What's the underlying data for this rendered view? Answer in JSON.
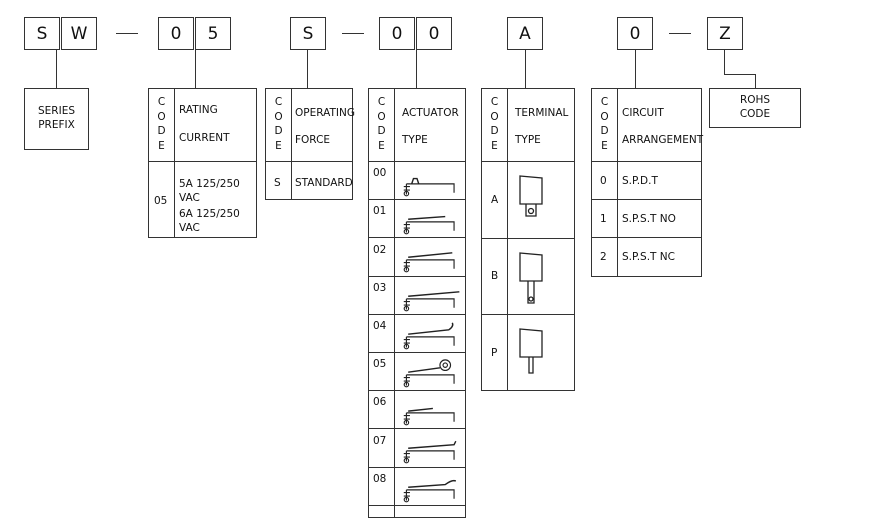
{
  "code_boxes": [
    "S",
    "W",
    "0",
    "5",
    "S",
    "0",
    "0",
    "A",
    "0",
    "Z"
  ],
  "series": {
    "title_line1": "SERIES",
    "title_line2": "PREFIX"
  },
  "rohs": {
    "title_line1": "ROHS",
    "title_line2": "CODE"
  },
  "code_vertical": [
    "C",
    "O",
    "D",
    "E"
  ],
  "rating": {
    "title_line1": "RATING",
    "title_line2": "CURRENT",
    "code": "05",
    "value1": "5A 125/250 VAC",
    "value2": "6A 125/250 VAC"
  },
  "force": {
    "title_line1": "OPERATING",
    "title_line2": "FORCE",
    "code": "S",
    "value": "STANDARD"
  },
  "actuator": {
    "title_line1": "ACTUATOR",
    "title_line2": "TYPE",
    "rows": [
      {
        "code": "00",
        "icon": "pin-plunger-icon"
      },
      {
        "code": "01",
        "icon": "short-lever-icon"
      },
      {
        "code": "02",
        "icon": "medium-lever-icon"
      },
      {
        "code": "03",
        "icon": "long-lever-icon"
      },
      {
        "code": "04",
        "icon": "hook-lever-icon"
      },
      {
        "code": "05",
        "icon": "roller-lever-icon"
      },
      {
        "code": "06",
        "icon": "short-straight-lever-icon"
      },
      {
        "code": "07",
        "icon": "long-straight-lever-icon"
      },
      {
        "code": "08",
        "icon": "curved-lever-icon"
      }
    ]
  },
  "terminal": {
    "title_line1": "TERMINAL",
    "title_line2": "TYPE",
    "rows": [
      {
        "code": "A",
        "icon": "solder-terminal-icon"
      },
      {
        "code": "B",
        "icon": "pcb-terminal-icon"
      },
      {
        "code": "P",
        "icon": "quick-connect-terminal-icon"
      }
    ]
  },
  "circuit": {
    "title_line1": "CIRCUIT",
    "title_line2": "ARRANGEMENT",
    "rows": [
      {
        "code": "0",
        "value": "S.P.D.T"
      },
      {
        "code": "1",
        "value": "S.P.S.T NO"
      },
      {
        "code": "2",
        "value": "S.P.S.T NC"
      }
    ]
  }
}
